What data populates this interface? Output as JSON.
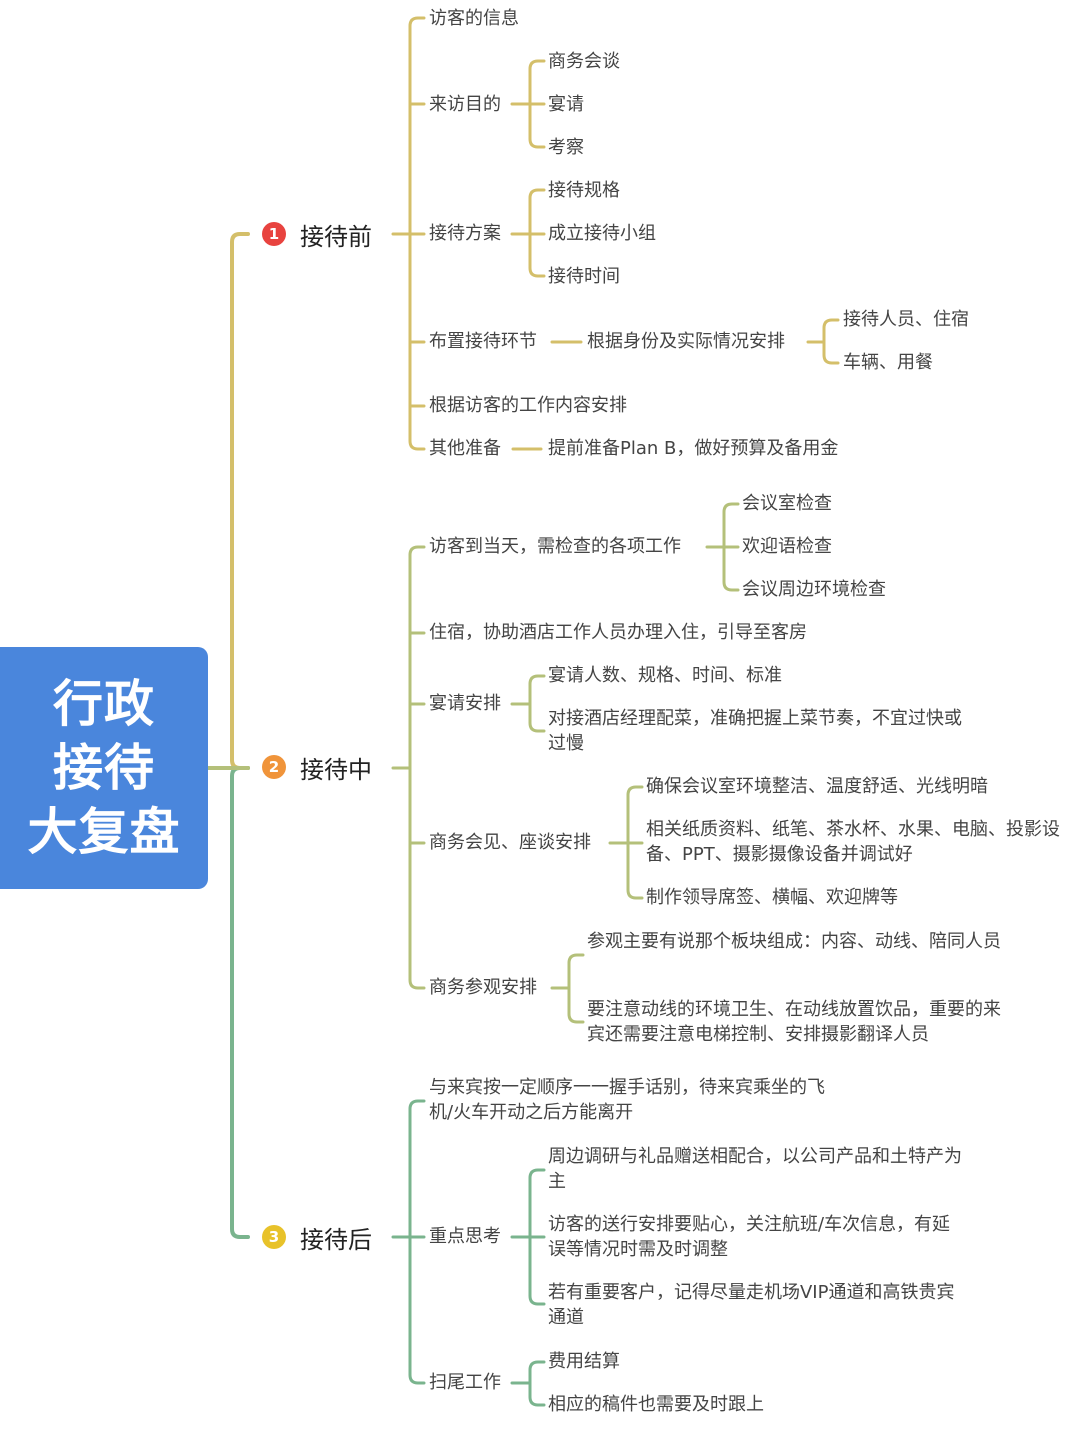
{
  "root": {
    "lines": [
      "行政",
      "接待",
      "大复盘"
    ],
    "color": "#4a86dc"
  },
  "colors": {
    "branch1": "#d4bf6a",
    "branch2": "#b4c07a",
    "branch3": "#7ab48e",
    "badge1": "#e8433f",
    "badge2": "#f0943a",
    "badge3": "#e8c22a"
  },
  "branches": [
    {
      "badge": "1",
      "label": "接待前",
      "children": [
        {
          "label": "访客的信息"
        },
        {
          "label": "来访目的",
          "children": [
            "商务会谈",
            "宴请",
            "考察"
          ]
        },
        {
          "label": "接待方案",
          "children": [
            "接待规格",
            "成立接待小组",
            "接待时间"
          ]
        },
        {
          "label": "布置接待环节",
          "next": "根据身份及实际情况安排",
          "children": [
            "接待人员、住宿",
            "车辆、用餐"
          ]
        },
        {
          "label": "根据访客的工作内容安排"
        },
        {
          "label": "其他准备",
          "next": "提前准备Plan B，做好预算及备用金"
        }
      ]
    },
    {
      "badge": "2",
      "label": "接待中",
      "children": [
        {
          "label": "访客到当天，需检查的各项工作",
          "children": [
            "会议室检查",
            "欢迎语检查",
            "会议周边环境检查"
          ]
        },
        {
          "label": "住宿，协助酒店工作人员办理入住，引导至客房"
        },
        {
          "label": "宴请安排",
          "children": [
            "宴请人数、规格、时间、标准",
            "对接酒店经理配菜，准确把握上菜节奏，不宜过快或过慢"
          ]
        },
        {
          "label": "商务会见、座谈安排",
          "children": [
            "确保会议室环境整洁、温度舒适、光线明暗",
            "相关纸质资料、纸笔、茶水杯、水果、电脑、投影设备、PPT、摄影摄像设备并调试好",
            "制作领导席签、横幅、欢迎牌等"
          ]
        },
        {
          "label": "商务参观安排",
          "children": [
            "参观主要有说那个板块组成：内容、动线、陪同人员",
            "要注意动线的环境卫生、在动线放置饮品，重要的来宾还需要注意电梯控制、安排摄影翻译人员"
          ]
        }
      ]
    },
    {
      "badge": "3",
      "label": "接待后",
      "children": [
        {
          "label": "与来宾按一定顺序一一握手话别，待来宾乘坐的飞机/火车开动之后方能离开"
        },
        {
          "label": "重点思考",
          "children": [
            "周边调研与礼品赠送相配合，以公司产品和土特产为主",
            "访客的送行安排要贴心，关注航班/车次信息，有延误等情况时需及时调整",
            "若有重要客户，记得尽量走机场VIP通道和高铁贵宾通道"
          ]
        },
        {
          "label": "扫尾工作",
          "children": [
            "费用结算",
            "相应的稿件也需要及时跟上"
          ]
        }
      ]
    }
  ]
}
